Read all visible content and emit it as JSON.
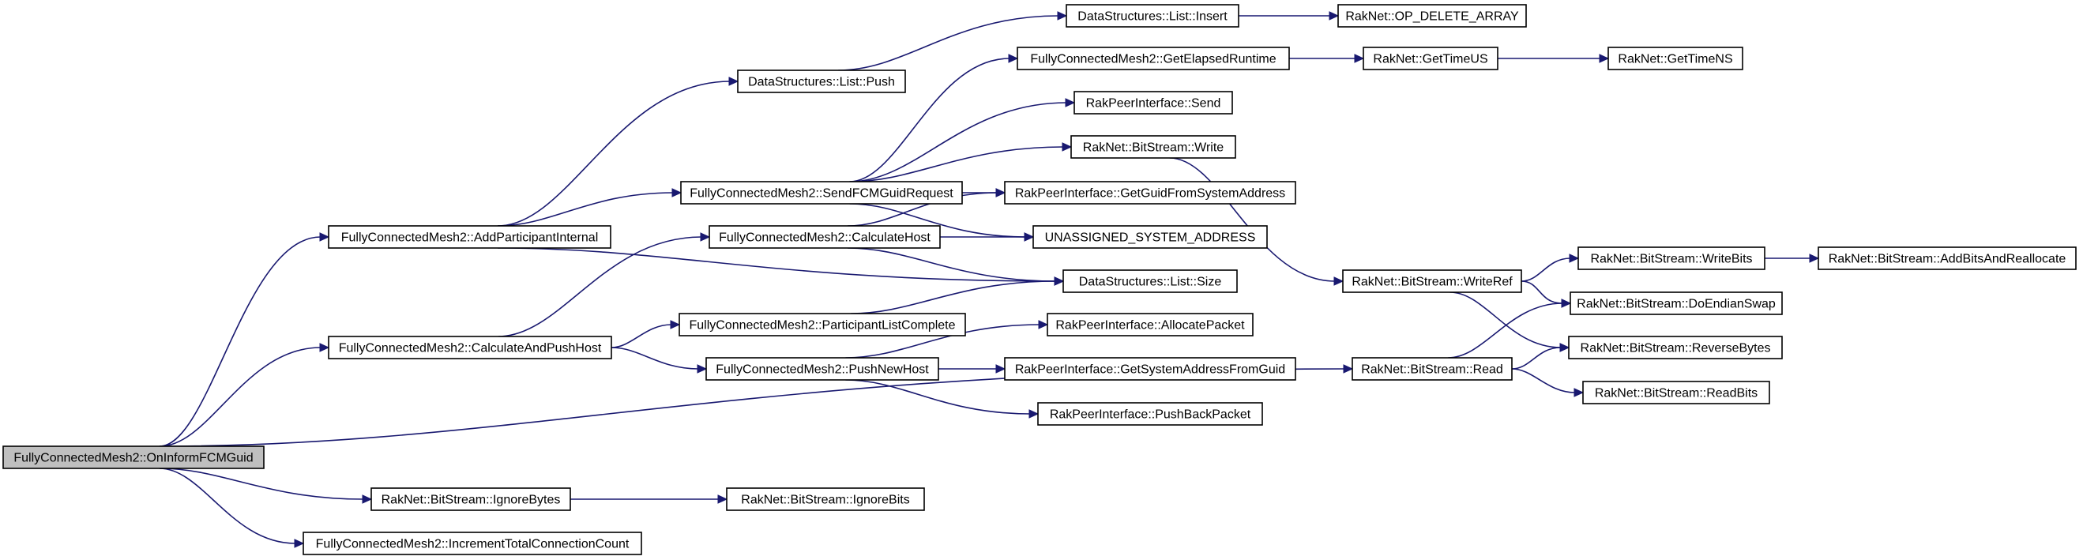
{
  "diagram": {
    "type": "call-graph",
    "colors": {
      "node_fill": "#ffffff",
      "root_fill": "#bfbfbf",
      "border": "#000000",
      "edge": "#191970"
    },
    "nodes": {
      "root": "FullyConnectedMesh2::OnInformFCMGuid",
      "addParticipant": "FullyConnectedMesh2::AddParticipantInternal",
      "calcAndPush": "FullyConnectedMesh2::CalculateAndPushHost",
      "ignoreBytes": "RakNet::BitStream::IgnoreBytes",
      "incConn": "FullyConnectedMesh2::IncrementTotalConnectionCount",
      "listPush": "DataStructures::List::Push",
      "sendFCM": "FullyConnectedMesh2::SendFCMGuidRequest",
      "calcHost": "FullyConnectedMesh2::CalculateHost",
      "partListComplete": "FullyConnectedMesh2::ParticipantListComplete",
      "pushNewHost": "FullyConnectedMesh2::PushNewHost",
      "ignoreBits": "RakNet::BitStream::IgnoreBits",
      "listInsert": "DataStructures::List::Insert",
      "getElapsed": "FullyConnectedMesh2::GetElapsedRuntime",
      "rakSend": "RakPeerInterface::Send",
      "bsWrite": "RakNet::BitStream::Write",
      "getGuidFromSA": "RakPeerInterface::GetGuidFromSystemAddress",
      "unassigned": "UNASSIGNED_SYSTEM_ADDRESS",
      "listSize": "DataStructures::List::Size",
      "allocPacket": "RakPeerInterface::AllocatePacket",
      "getSAFromGuid": "RakPeerInterface::GetSystemAddressFromGuid",
      "pushBack": "RakPeerInterface::PushBackPacket",
      "opDelete": "RakNet::OP_DELETE_ARRAY",
      "getTimeUS": "RakNet::GetTimeUS",
      "getTimeNS": "RakNet::GetTimeNS",
      "writeRef": "RakNet::BitStream::WriteRef",
      "bsRead": "RakNet::BitStream::Read",
      "writeBits": "RakNet::BitStream::WriteBits",
      "endianSwap": "RakNet::BitStream::DoEndianSwap",
      "reverseBytes": "RakNet::BitStream::ReverseBytes",
      "readBits": "RakNet::BitStream::ReadBits",
      "addBitsAlloc": "RakNet::BitStream::AddBitsAndReallocate"
    },
    "edges": [
      [
        "root",
        "addParticipant"
      ],
      [
        "root",
        "calcAndPush"
      ],
      [
        "root",
        "bsRead"
      ],
      [
        "root",
        "ignoreBytes"
      ],
      [
        "root",
        "incConn"
      ],
      [
        "addParticipant",
        "listPush"
      ],
      [
        "addParticipant",
        "sendFCM"
      ],
      [
        "addParticipant",
        "listSize"
      ],
      [
        "calcAndPush",
        "calcHost"
      ],
      [
        "calcAndPush",
        "partListComplete"
      ],
      [
        "calcAndPush",
        "pushNewHost"
      ],
      [
        "ignoreBytes",
        "ignoreBits"
      ],
      [
        "listPush",
        "listInsert"
      ],
      [
        "sendFCM",
        "getElapsed"
      ],
      [
        "sendFCM",
        "rakSend"
      ],
      [
        "sendFCM",
        "bsWrite"
      ],
      [
        "sendFCM",
        "getGuidFromSA"
      ],
      [
        "sendFCM",
        "unassigned"
      ],
      [
        "calcHost",
        "getGuidFromSA"
      ],
      [
        "calcHost",
        "unassigned"
      ],
      [
        "calcHost",
        "listSize"
      ],
      [
        "partListComplete",
        "listSize"
      ],
      [
        "pushNewHost",
        "allocPacket"
      ],
      [
        "pushNewHost",
        "getSAFromGuid"
      ],
      [
        "pushNewHost",
        "pushBack"
      ],
      [
        "listInsert",
        "opDelete"
      ],
      [
        "getElapsed",
        "getTimeUS"
      ],
      [
        "getTimeUS",
        "getTimeNS"
      ],
      [
        "bsWrite",
        "writeRef"
      ],
      [
        "writeRef",
        "writeBits"
      ],
      [
        "writeRef",
        "endianSwap"
      ],
      [
        "writeRef",
        "reverseBytes"
      ],
      [
        "bsRead",
        "endianSwap"
      ],
      [
        "bsRead",
        "reverseBytes"
      ],
      [
        "bsRead",
        "readBits"
      ],
      [
        "writeBits",
        "addBitsAlloc"
      ]
    ]
  }
}
